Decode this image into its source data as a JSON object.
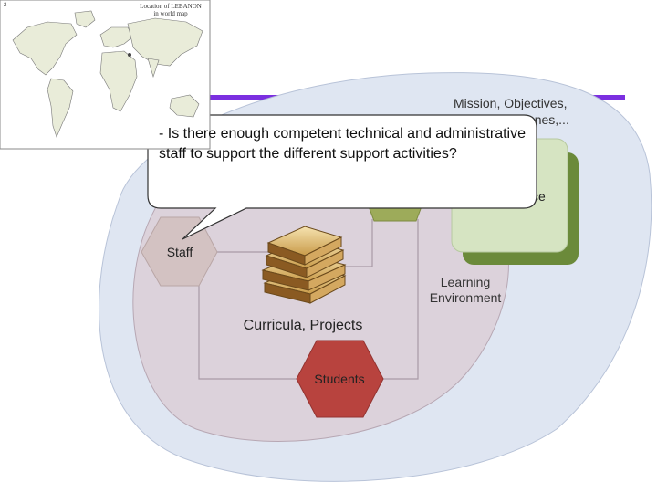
{
  "map": {
    "caption": "Location of LEBANON in world map",
    "corner_number": "2",
    "icon": "world-map"
  },
  "diagram": {
    "mission_line1": "Mission, Objectives,",
    "mission_line2": "Goals, Milestones,...",
    "infrastructure_label": "ce",
    "staff_label": "Staff",
    "curricula_label": "Curricula, Projects",
    "students_label": "Students",
    "learning_line1": "Learning",
    "learning_line2": "Environment"
  },
  "callout": {
    "text": "- Is there enough competent technical and administrative staff to support the different support activities?"
  },
  "colors": {
    "accent_bar": "#7b2fe0",
    "outer_blob": "#dfe6f2",
    "inner_blob": "#dcd2db",
    "staff_hex": "#d3c2c2",
    "students_hex": "#b8433e",
    "green_front": "#d6e4c2",
    "green_back": "#6b8a3a",
    "olive_hex": "#9dab5a"
  }
}
